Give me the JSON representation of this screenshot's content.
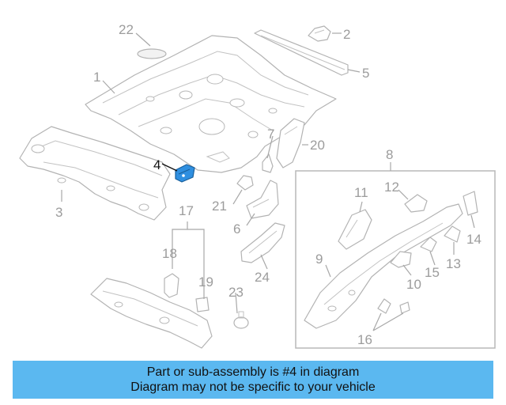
{
  "diagram": {
    "highlight_color": "#2f8fe0",
    "callouts": [
      {
        "id": "c1",
        "label": "1"
      },
      {
        "id": "c2",
        "label": "2"
      },
      {
        "id": "c3",
        "label": "3"
      },
      {
        "id": "c4",
        "label": "4",
        "highlighted": true
      },
      {
        "id": "c5",
        "label": "5"
      },
      {
        "id": "c6",
        "label": "6"
      },
      {
        "id": "c7",
        "label": "7"
      },
      {
        "id": "c8",
        "label": "8"
      },
      {
        "id": "c9",
        "label": "9"
      },
      {
        "id": "c10",
        "label": "10"
      },
      {
        "id": "c11",
        "label": "11"
      },
      {
        "id": "c12",
        "label": "12"
      },
      {
        "id": "c13",
        "label": "13"
      },
      {
        "id": "c14",
        "label": "14"
      },
      {
        "id": "c15",
        "label": "15"
      },
      {
        "id": "c16",
        "label": "16"
      },
      {
        "id": "c17",
        "label": "17"
      },
      {
        "id": "c18",
        "label": "18"
      },
      {
        "id": "c19",
        "label": "19"
      },
      {
        "id": "c20",
        "label": "20"
      },
      {
        "id": "c21",
        "label": "21"
      },
      {
        "id": "c22",
        "label": "22"
      },
      {
        "id": "c23",
        "label": "23"
      },
      {
        "id": "c24",
        "label": "24"
      }
    ]
  },
  "banner": {
    "color": "#5bb8f0",
    "line1": "Part or sub-assembly is #4 in diagram",
    "line2": "Diagram may not be specific to your vehicle"
  }
}
